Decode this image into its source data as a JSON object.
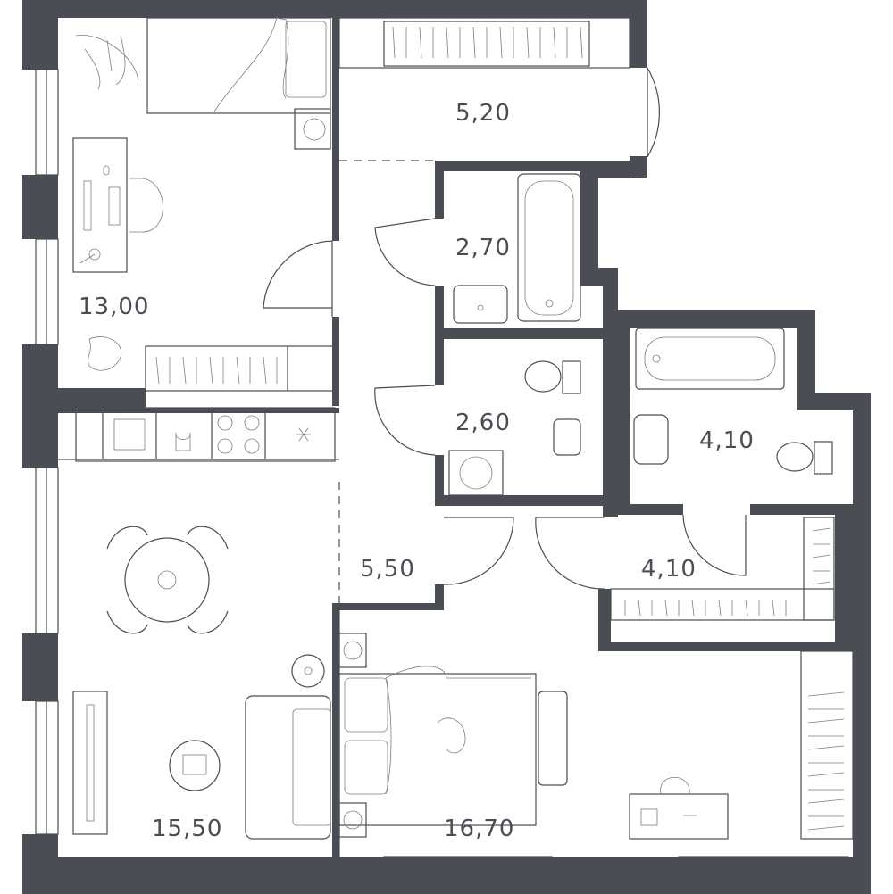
{
  "rooms": [
    {
      "id": "bedroom-1",
      "area": "13,00"
    },
    {
      "id": "hallway-top",
      "area": "5,20"
    },
    {
      "id": "bathroom-1",
      "area": "2,70"
    },
    {
      "id": "bathroom-2",
      "area": "2,60"
    },
    {
      "id": "bathroom-3",
      "area": "4,10"
    },
    {
      "id": "hallway-lower",
      "area": "5,50"
    },
    {
      "id": "dressing-room",
      "area": "4,10"
    },
    {
      "id": "kitchen-living",
      "area": "15,50"
    },
    {
      "id": "bedroom-2",
      "area": "16,70"
    }
  ]
}
